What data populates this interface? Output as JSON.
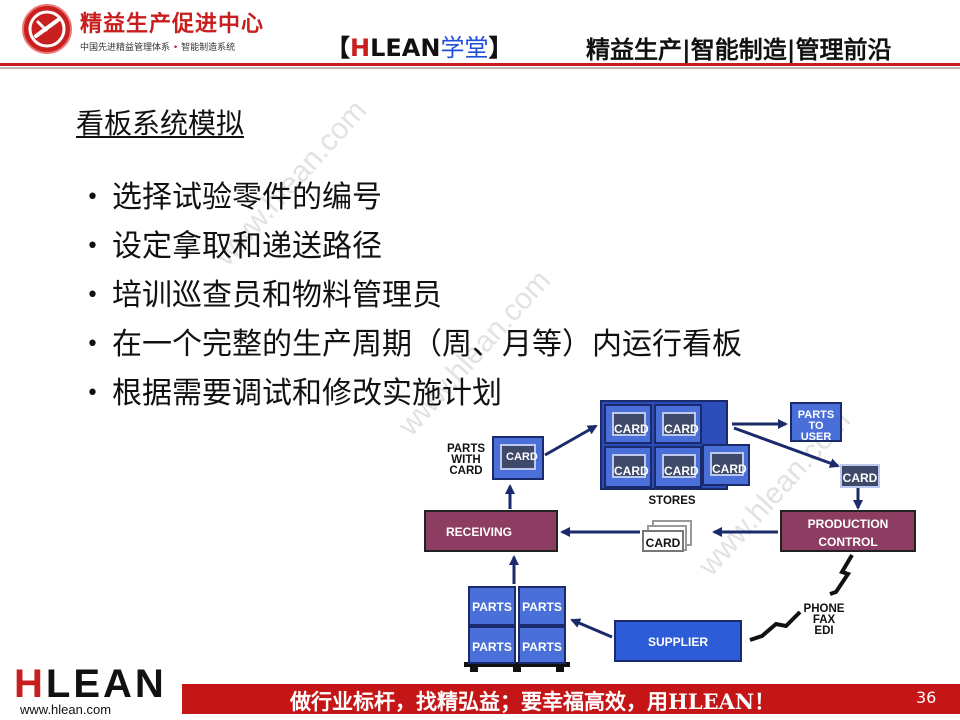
{
  "header": {
    "brand_title": "精益生产促进中心",
    "brand_sub_left": "中国先进精益管理体系",
    "brand_sub_sep": "•",
    "brand_sub_right": "智能制造系统",
    "center_open": "【",
    "center_h": "H",
    "center_lean": "LEAN",
    "center_study": "学堂",
    "center_close": "】",
    "tagline": "精益生产|智能制造|管理前沿"
  },
  "slide": {
    "title": "看板系统模拟",
    "bullets": [
      "选择试验零件的编号",
      "设定拿取和递送路径",
      "培训巡查员和物料管理员",
      "在一个完整的生产周期（周、月等）内运行看板",
      "根据需要调试和修改实施计划"
    ]
  },
  "diagram": {
    "card_label": "CARD",
    "parts_with_card": [
      "PARTS",
      "WITH",
      "CARD"
    ],
    "stores_label": "STORES",
    "parts_to_user": [
      "PARTS",
      "TO",
      "USER"
    ],
    "receiving": "RECEIVING",
    "production_control": [
      "PRODUCTION",
      "CONTROL"
    ],
    "phone_fax_edi": [
      "PHONE",
      "FAX",
      "EDI"
    ],
    "supplier": "SUPPLIER",
    "parts_cells": [
      "PARTS",
      "PARTS",
      "PARTS",
      "PARTS"
    ]
  },
  "watermark": "www.hlean.com",
  "footer": {
    "logo_h": "H",
    "logo_rest": "LEAN",
    "url": "www.hlean.com",
    "slogan": "做行业标杆，找精弘益；要幸福高效，用HLEAN！",
    "page_number": "36"
  },
  "colors": {
    "brand_red": "#c81e1e",
    "box_blue": "#4a6fd8",
    "card_dark": "#3f4a6b",
    "box_maroon": "#8e3d62",
    "link_blue": "#1f4fd8"
  }
}
